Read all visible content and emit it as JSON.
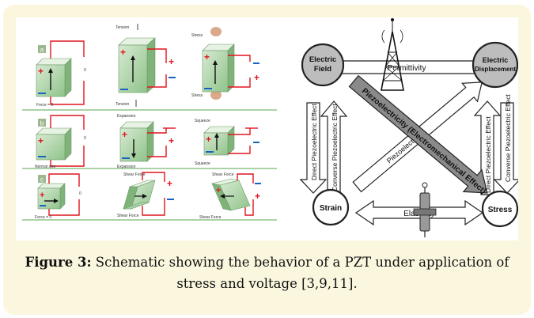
{
  "figure": {
    "caption_label": "Figure 3:",
    "caption_text": " Schematic showing the behavior of a PZT under application of stress and voltage [3,9,11].",
    "left_panel": {
      "row_labels": [
        "a",
        "b",
        "c"
      ],
      "labels": {
        "force0_a": "Force = 0",
        "tension_top": "Tension",
        "tension_bottom": "Tension",
        "stress_top": "Stress",
        "stress_bottom": "Stress",
        "normal_size": "Normal size",
        "expansion_top": "Expansion",
        "expansion_bottom": "Expansion",
        "squeeze_top": "Squeeze",
        "squeeze_bottom": "Squeeze",
        "force0_c": "Force = 0",
        "shear_force_1_top": "Shear Force",
        "shear_force_1_bottom": "Shear Force",
        "shear_force_2_top": "Shear Force",
        "shear_force_2_bottom": "Shear Force"
      }
    },
    "right_panel": {
      "nodes": {
        "electric_field_1": "Electric",
        "electric_field_2": "Field",
        "electric_displacement_1": "Electric",
        "electric_displacement_2": "Displacement",
        "strain": "Strain",
        "stress": "Stress"
      },
      "arrows": {
        "permittivity": "Permittivity",
        "elasticity": "Elasticity",
        "direct_left": "Direct Piezoelectric Effect",
        "converse_left": "Converse Piezoelectric Effect",
        "direct_right": "Direct Piezoelectric Effect",
        "converse_right": "Converse Piezoelectric Effect",
        "electromechanical": "Piezoelectricity (Electromechanical Effect)",
        "piezoelectricity": "Piezoelectricity"
      }
    }
  }
}
